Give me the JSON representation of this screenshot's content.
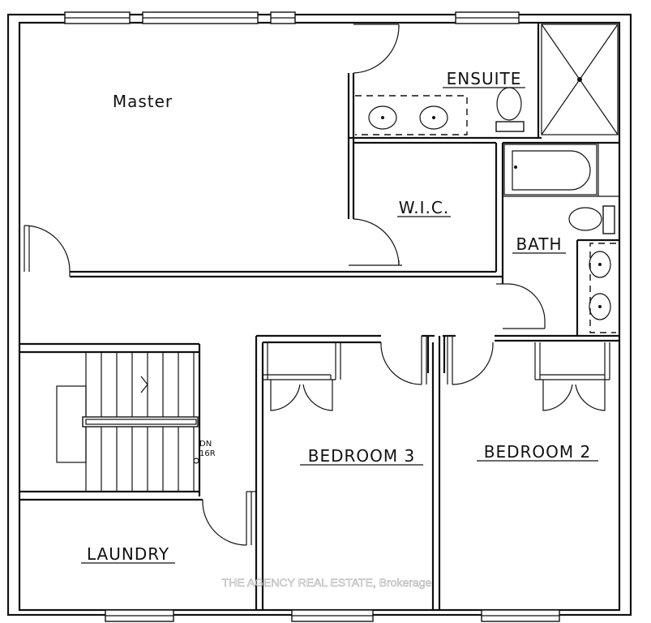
{
  "rooms": {
    "master": "Master",
    "ensuite": "ENSUITE",
    "wic": "W.I.C.",
    "bath": "BATH",
    "bedroom3": "BEDROOM 3",
    "bedroom2": "BEDROOM 2",
    "laundry": "LAUNDRY"
  },
  "stairs": {
    "direction": "DN",
    "risers": "16R"
  },
  "watermark": "THE AGENCY REAL ESTATE, Brokerage"
}
